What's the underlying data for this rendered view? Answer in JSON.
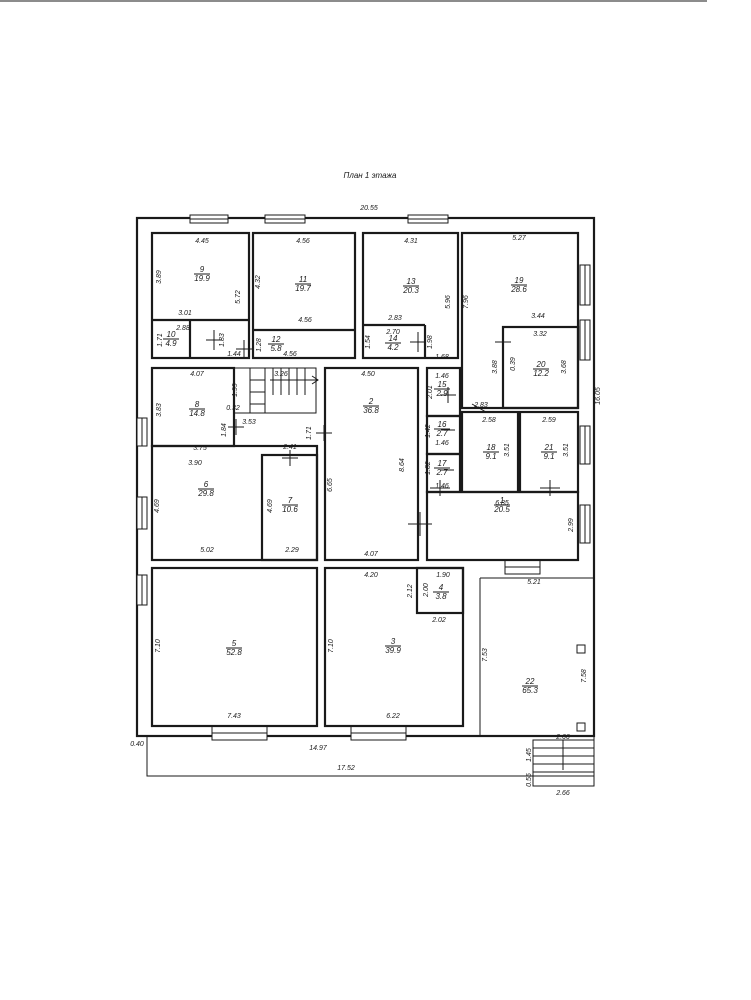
{
  "title": "План 1 этажа",
  "rooms": [
    {
      "id": "1",
      "number": "1",
      "area": "20.5"
    },
    {
      "id": "2",
      "number": "2",
      "area": "36.8"
    },
    {
      "id": "3",
      "number": "3",
      "area": "39.9"
    },
    {
      "id": "4",
      "number": "4",
      "area": "3.8"
    },
    {
      "id": "5",
      "number": "5",
      "area": "52.8"
    },
    {
      "id": "6",
      "number": "6",
      "area": "29.8"
    },
    {
      "id": "7",
      "number": "7",
      "area": "10.6"
    },
    {
      "id": "8",
      "number": "8",
      "area": "14.8"
    },
    {
      "id": "9",
      "number": "9",
      "area": "19.9"
    },
    {
      "id": "10",
      "number": "10",
      "area": "4.9"
    },
    {
      "id": "11",
      "number": "11",
      "area": "19.7"
    },
    {
      "id": "12",
      "number": "12",
      "area": "5.8"
    },
    {
      "id": "13",
      "number": "13",
      "area": "20.3"
    },
    {
      "id": "14",
      "number": "14",
      "area": "4.2"
    },
    {
      "id": "15",
      "number": "15",
      "area": "2.9"
    },
    {
      "id": "16",
      "number": "16",
      "area": "2.7"
    },
    {
      "id": "17",
      "number": "17",
      "area": "2.7"
    },
    {
      "id": "18",
      "number": "18",
      "area": "9.1"
    },
    {
      "id": "19",
      "number": "19",
      "area": "28.6"
    },
    {
      "id": "20",
      "number": "20",
      "area": "12.2"
    },
    {
      "id": "21",
      "number": "21",
      "area": "9.1"
    },
    {
      "id": "22",
      "number": "22",
      "area": "65.3"
    }
  ],
  "dimensions": [
    "20.55",
    "4.45",
    "4.56",
    "4.31",
    "5.27",
    "3.89",
    "5.72",
    "4.32",
    "5.96",
    "7.96",
    "3.01",
    "2.88",
    "1.83",
    "1.71",
    "1.44",
    "4.56",
    "1.28",
    "4.56",
    "2.83",
    "2.70",
    "1.54",
    "1.98",
    "1.68",
    "3.44",
    "3.32",
    "3.88",
    "0.39",
    "3.68",
    "16.05",
    "4.07",
    "1.99",
    "3.26",
    "4.50",
    "2.01",
    "1.46",
    "3.83",
    "0.32",
    "3.53",
    "2.83",
    "2.58",
    "2.59",
    "1.84",
    "1.71",
    "1.42",
    "1.46",
    "3.75",
    "2.41",
    "3.90",
    "3.51",
    "3.51",
    "8.64",
    "1.82",
    "1.46",
    "6.65",
    "6.85",
    "4.69",
    "4.69",
    "2.99",
    "5.02",
    "2.29",
    "4.07",
    "4.20",
    "1.90",
    "5.21",
    "2.12",
    "2.00",
    "2.02",
    "7.10",
    "7.10",
    "7.53",
    "7.58",
    "7.43",
    "6.22",
    "2.66",
    "0.40",
    "14.97",
    "1.45",
    "0.55",
    "17.52",
    "2.66"
  ]
}
